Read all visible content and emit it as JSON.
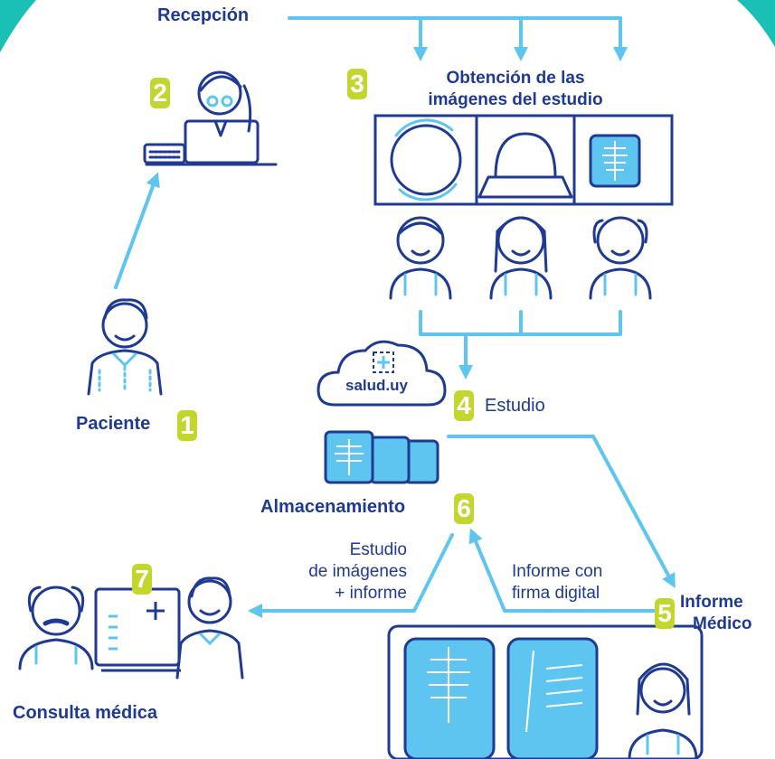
{
  "colors": {
    "navy": "#1f3a93",
    "cyan": "#5ec4f0",
    "lime": "#c3d52f",
    "teal_corner": "#1bc0b4"
  },
  "labels": {
    "reception": "Recepción",
    "acquisition_line1": "Obtención de las",
    "acquisition_line2": "imágenes del estudio",
    "patient": "Paciente",
    "study": "Estudio",
    "storage": "Almacenamiento",
    "result_line1": "Estudio",
    "result_line2": "de imágenes",
    "result_line3": "+ informe",
    "signed_line1": "Informe con",
    "signed_line2": "firma digital",
    "report_line1": "Informe",
    "report_line2": "Médico",
    "consult": "Consulta médica",
    "cloud_logo": "salud.uy"
  },
  "steps": [
    "1",
    "2",
    "3",
    "4",
    "5",
    "6",
    "7"
  ],
  "icons": [
    "receptionist-icon",
    "mri-scanner-icon",
    "ct-scanner-icon",
    "xray-icon",
    "cloud-icon",
    "xray-films-icon",
    "patient-icon",
    "doctor-icon",
    "radiologist-icon",
    "viewer-monitor-icon"
  ]
}
